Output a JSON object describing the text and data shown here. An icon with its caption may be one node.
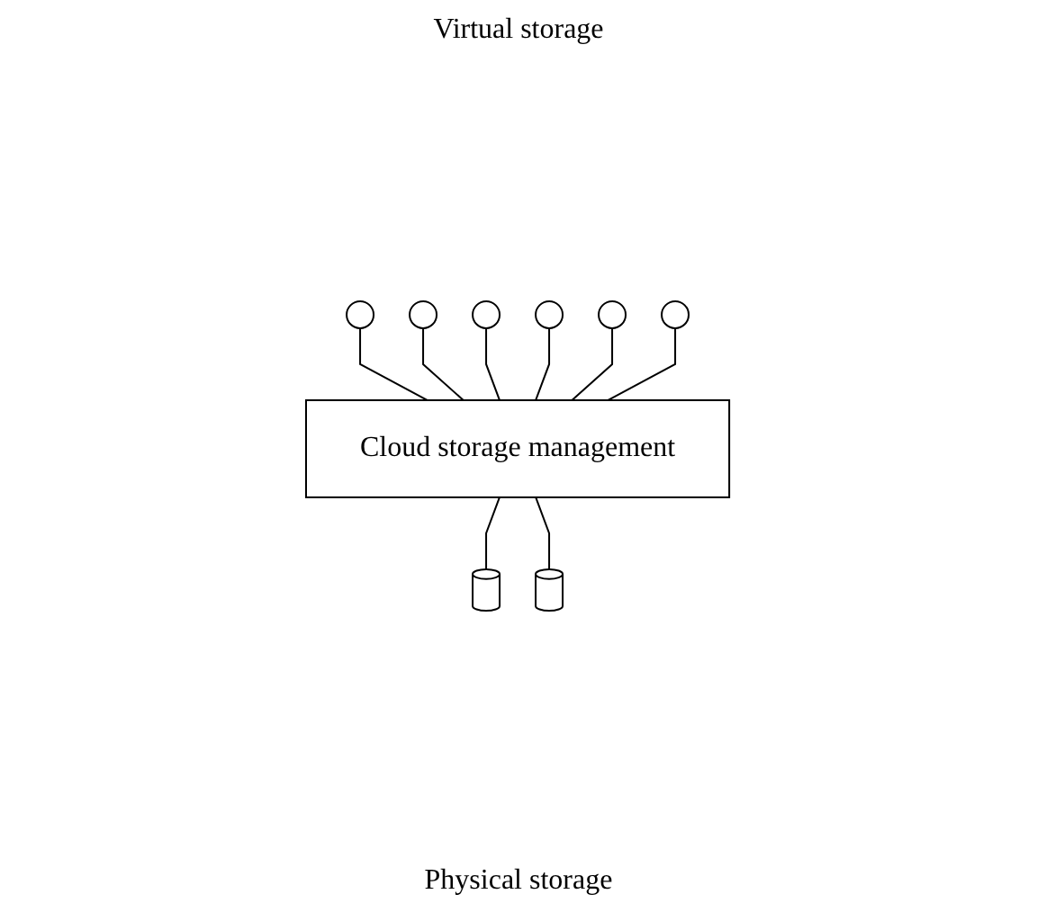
{
  "diagram": {
    "nodes": [
      {
        "text": [],
        "shape": "circle"
      },
      {
        "text": [],
        "shape": "circle"
      },
      {
        "text": [],
        "shape": "circle"
      },
      {
        "text": [],
        "shape": "circle"
      },
      {
        "text": [],
        "shape": "circle"
      },
      {
        "text": [],
        "shape": "circle"
      },
      {
        "text": [
          "Cloud storage management"
        ]
      },
      {
        "text": [],
        "shape": "cylinder"
      },
      {
        "text": [],
        "shape": "cylinder"
      }
    ],
    "edges": [
      {
        "from": 0,
        "to": 6,
        "arrow": "none"
      },
      {
        "from": 1,
        "to": 6,
        "arrow": "none"
      },
      {
        "from": 2,
        "to": 6,
        "arrow": "none"
      },
      {
        "from": 3,
        "to": 6,
        "arrow": "none"
      },
      {
        "from": 4,
        "to": 6,
        "arrow": "none"
      },
      {
        "from": 5,
        "to": 6,
        "arrow": "none"
      },
      {
        "from": 6,
        "to": 7,
        "arrow": "none"
      },
      {
        "from": 6,
        "to": 8,
        "arrow": "none"
      }
    ],
    "labels": [
      "Virtual storage",
      "Physical storage"
    ]
  }
}
